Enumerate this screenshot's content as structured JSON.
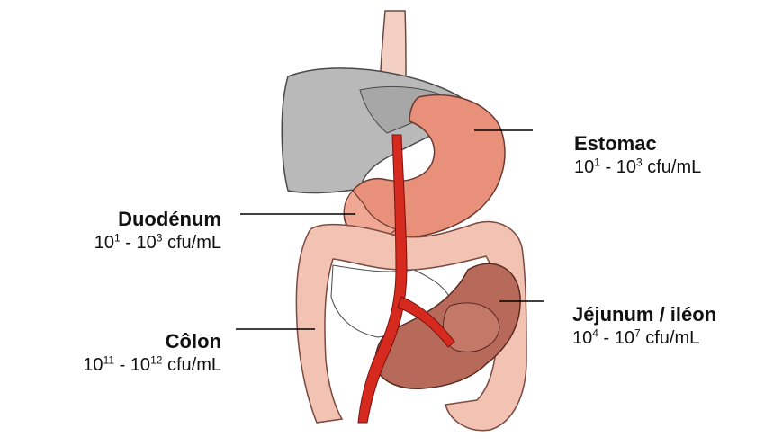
{
  "organs": {
    "estomac": {
      "name": "Estomac",
      "conc": {
        "a_base": "10",
        "a_exp": "1",
        "sep": " - ",
        "b_base": "10",
        "b_exp": "3",
        "unit": " cfu/mL"
      }
    },
    "duodenum": {
      "name": "Duodénum",
      "conc": {
        "a_base": "10",
        "a_exp": "1",
        "sep": " - ",
        "b_base": "10",
        "b_exp": "3",
        "unit": " cfu/mL"
      }
    },
    "jejunum": {
      "name": "Jéjunum / iléon",
      "conc": {
        "a_base": "10",
        "a_exp": "4",
        "sep": " - ",
        "b_base": "10",
        "b_exp": "7",
        "unit": " cfu/mL"
      }
    },
    "colon": {
      "name": "Côlon",
      "conc": {
        "a_base": "10",
        "a_exp": "11",
        "sep": " - ",
        "b_base": "10",
        "b_exp": "12",
        "unit": " cfu/mL"
      }
    }
  },
  "colors": {
    "stomach": "#e8907a",
    "colon": "#f2c2b2",
    "liver": "#b9b9b9",
    "artery": "#d62a1e",
    "small_intestine": "#b86a5a",
    "esophagus": "#f4d0c4"
  }
}
